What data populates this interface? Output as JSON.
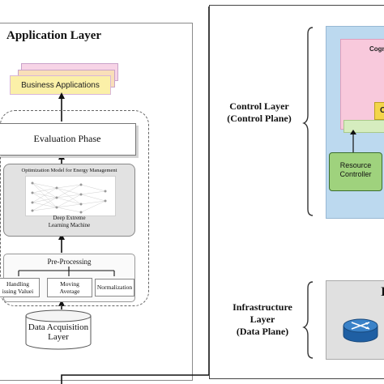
{
  "application_layer": {
    "title": "Application Layer",
    "business_applications": "Business Applications",
    "evaluation_phase": "Evaluation Phase",
    "optimization_model": "Optimization Model for Energy Management",
    "delm_line1": "Deep Extreme",
    "delm_line2": "Learning Machine",
    "pre_processing": "Pre-Processing",
    "handling_line1": "Handling",
    "handling_line2": "issing Valuei",
    "moving_line1": "Moving",
    "moving_line2": "Average",
    "normalization": "Normalization",
    "data_acq_line1": "Data Acquisition",
    "data_acq_line2": "Layer"
  },
  "control_layer": {
    "label_line1": "Control Layer",
    "label_line2": "(Control Plane)",
    "cognitive_label": "Cogn",
    "resource_line1": "Resource",
    "resource_line2": "Controller",
    "yellow_letter": "C"
  },
  "infrastructure_layer": {
    "label_line1": "Infrastructure",
    "label_line2": "Layer",
    "label_line3": "(Data Plane)",
    "panel_letter": "I"
  },
  "colors": {
    "business_pink": "#f5c6dd",
    "business_yellow": "#fbf0a8",
    "control_panel_blue": "#bcd9ef",
    "resource_controller_green": "#9fd27d",
    "router_blue": "#2f6fb3"
  },
  "icons": {
    "network_graph": "neural-network-graph-icon",
    "router": "router-icon",
    "database": "database-cylinder-icon"
  }
}
